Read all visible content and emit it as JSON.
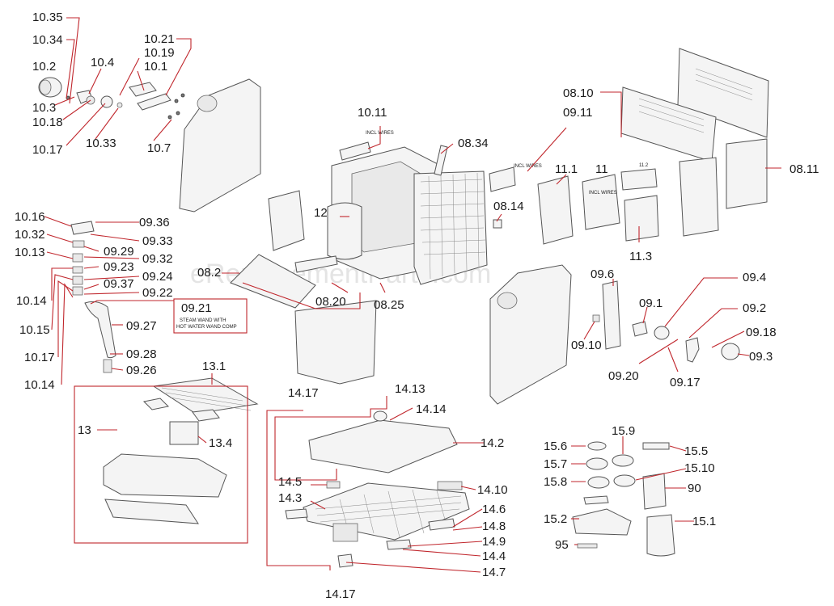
{
  "watermark": "eReplacementParts.com",
  "notes": {
    "incl_wires_a": "INCL WIRES",
    "incl_wires_b": "INCL WIRES",
    "incl_wires_c": "INCL WIRES",
    "steam_wand_line1": "STEAM WAND WITH",
    "steam_wand_line2": "HOT WATER WAND COMP"
  },
  "labels": {
    "l10_35": "10.35",
    "l10_34": "10.34",
    "l10_2": "10.2",
    "l10_3": "10.3",
    "l10_18": "10.18",
    "l10_17a": "10.17",
    "l10_4": "10.4",
    "l10_33": "10.33",
    "l10_21": "10.21",
    "l10_19": "10.19",
    "l10_1": "10.1",
    "l10_7": "10.7",
    "l10_11": "10.11",
    "l08_34": "08.34",
    "l09_11": "09.11",
    "l08_10": "08.10",
    "l08_11": "08.11",
    "l11_1": "11.1",
    "l11": "11",
    "l11_2": "11.2",
    "l11_3": "11.3",
    "l08_14": "08.14",
    "l12": "12",
    "l08_2": "08.2",
    "l08_20": "08.20",
    "l08_25": "08.25",
    "l09_6": "09.6",
    "l09_10": "09.10",
    "l09_1": "09.1",
    "l09_4": "09.4",
    "l09_2": "09.2",
    "l09_18": "09.18",
    "l09_3": "09.3",
    "l09_20": "09.20",
    "l09_17": "09.17",
    "l10_16": "10.16",
    "l10_32": "10.32",
    "l10_13": "10.13",
    "l10_14a": "10.14",
    "l10_15": "10.15",
    "l10_17b": "10.17",
    "l10_14b": "10.14",
    "l09_36": "09.36",
    "l09_33": "09.33",
    "l09_29": "09.29",
    "l09_32": "09.32",
    "l09_23": "09.23",
    "l09_24": "09.24",
    "l09_37": "09.37",
    "l09_22": "09.22",
    "l09_21": "09.21",
    "l09_27": "09.27",
    "l09_28": "09.28",
    "l09_26": "09.26",
    "l13_1": "13.1",
    "l13": "13",
    "l13_4": "13.4",
    "l14_17a": "14.17",
    "l14_13": "14.13",
    "l14_14": "14.14",
    "l14_2": "14.2",
    "l14_5": "14.5",
    "l14_3": "14.3",
    "l14_10": "14.10",
    "l14_6": "14.6",
    "l14_8": "14.8",
    "l14_9": "14.9",
    "l14_4": "14.4",
    "l14_7": "14.7",
    "l14_17b": "14.17",
    "l15_6": "15.6",
    "l15_9": "15.9",
    "l15_5": "15.5",
    "l15_7": "15.7",
    "l15_10": "15.10",
    "l15_8": "15.8",
    "l90": "90",
    "l15_2": "15.2",
    "l15_1": "15.1",
    "l95": "95"
  },
  "colors": {
    "leader": "#c0262c",
    "text": "#1a1a1a",
    "outline": "#555555"
  }
}
